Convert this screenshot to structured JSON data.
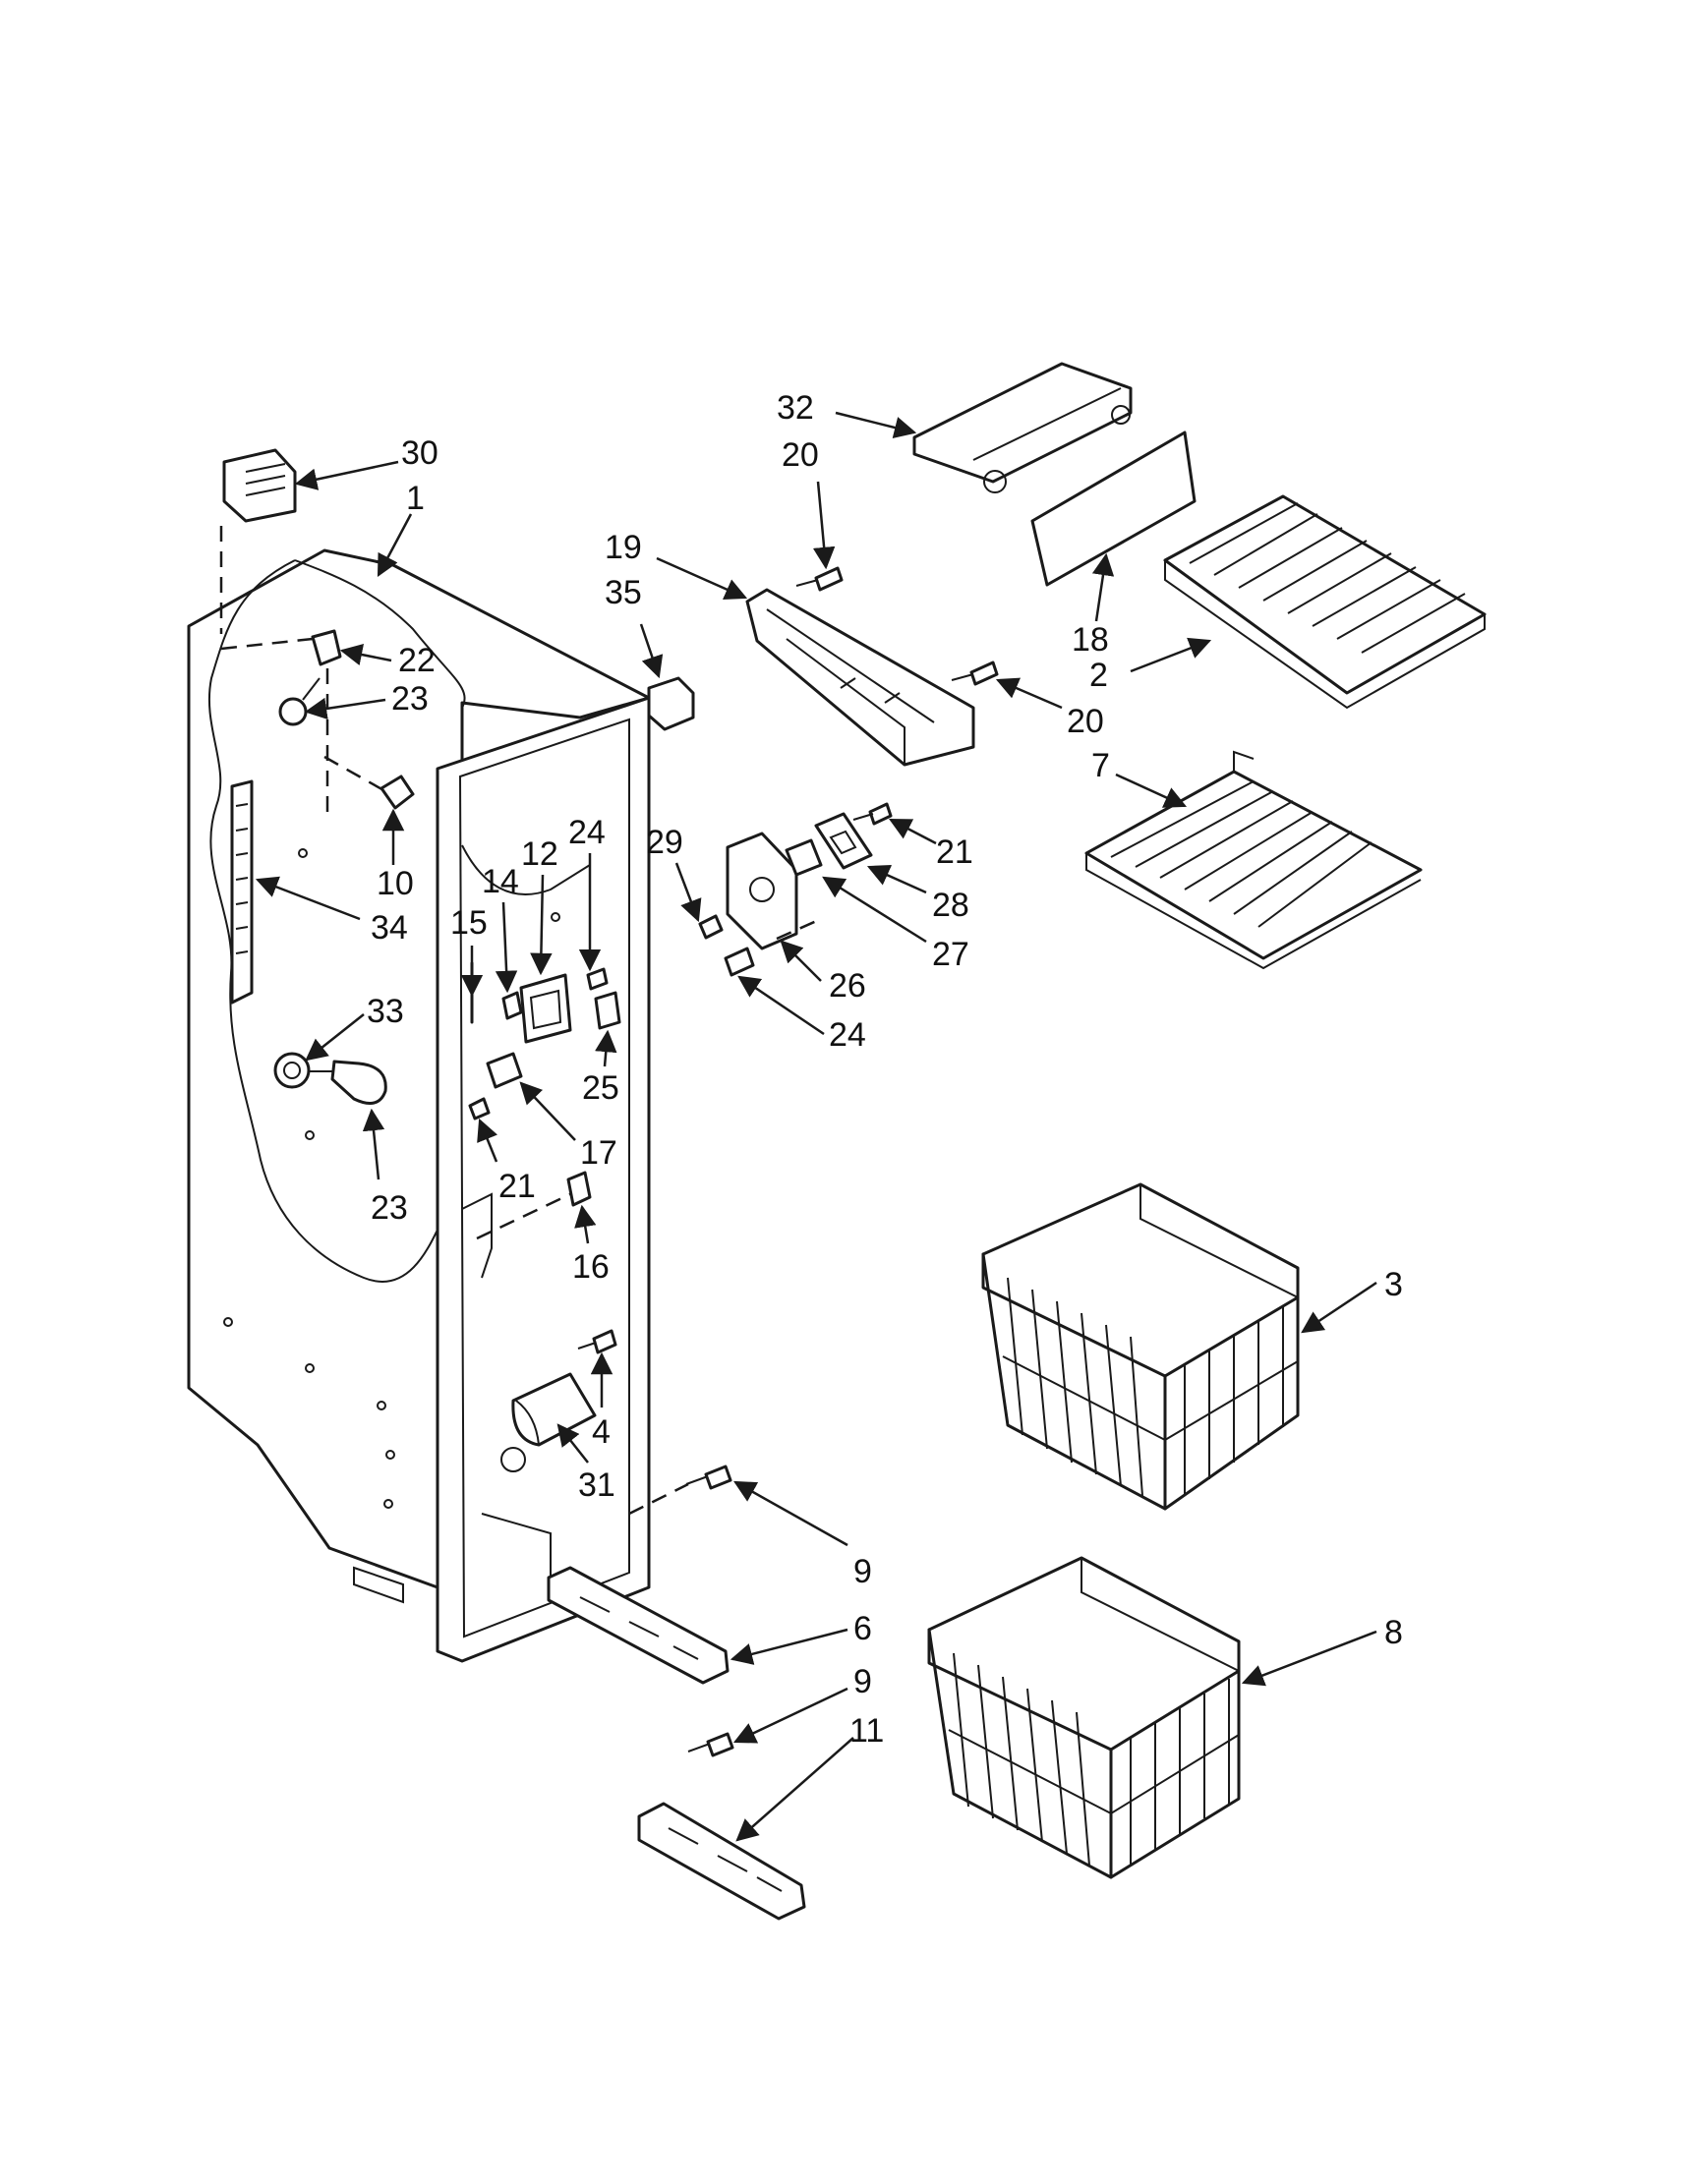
{
  "callouts": {
    "c30": "30",
    "c1": "1",
    "c32": "32",
    "c20a": "20",
    "c19": "19",
    "c35": "35",
    "c18": "18",
    "c2": "2",
    "c20b": "20",
    "c22": "22",
    "c23a": "23",
    "c7": "7",
    "c21a": "21",
    "c29": "29",
    "c28": "28",
    "c27": "27",
    "c26": "26",
    "c24a": "24",
    "c24b": "24",
    "c12": "12",
    "c14": "14",
    "c15": "15",
    "c10": "10",
    "c34": "34",
    "c33": "33",
    "c25": "25",
    "c17": "17",
    "c21b": "21",
    "c23b": "23",
    "c16": "16",
    "c3": "3",
    "c4": "4",
    "c31": "31",
    "c9a": "9",
    "c6": "6",
    "c8": "8",
    "c9b": "9",
    "c11": "11"
  }
}
